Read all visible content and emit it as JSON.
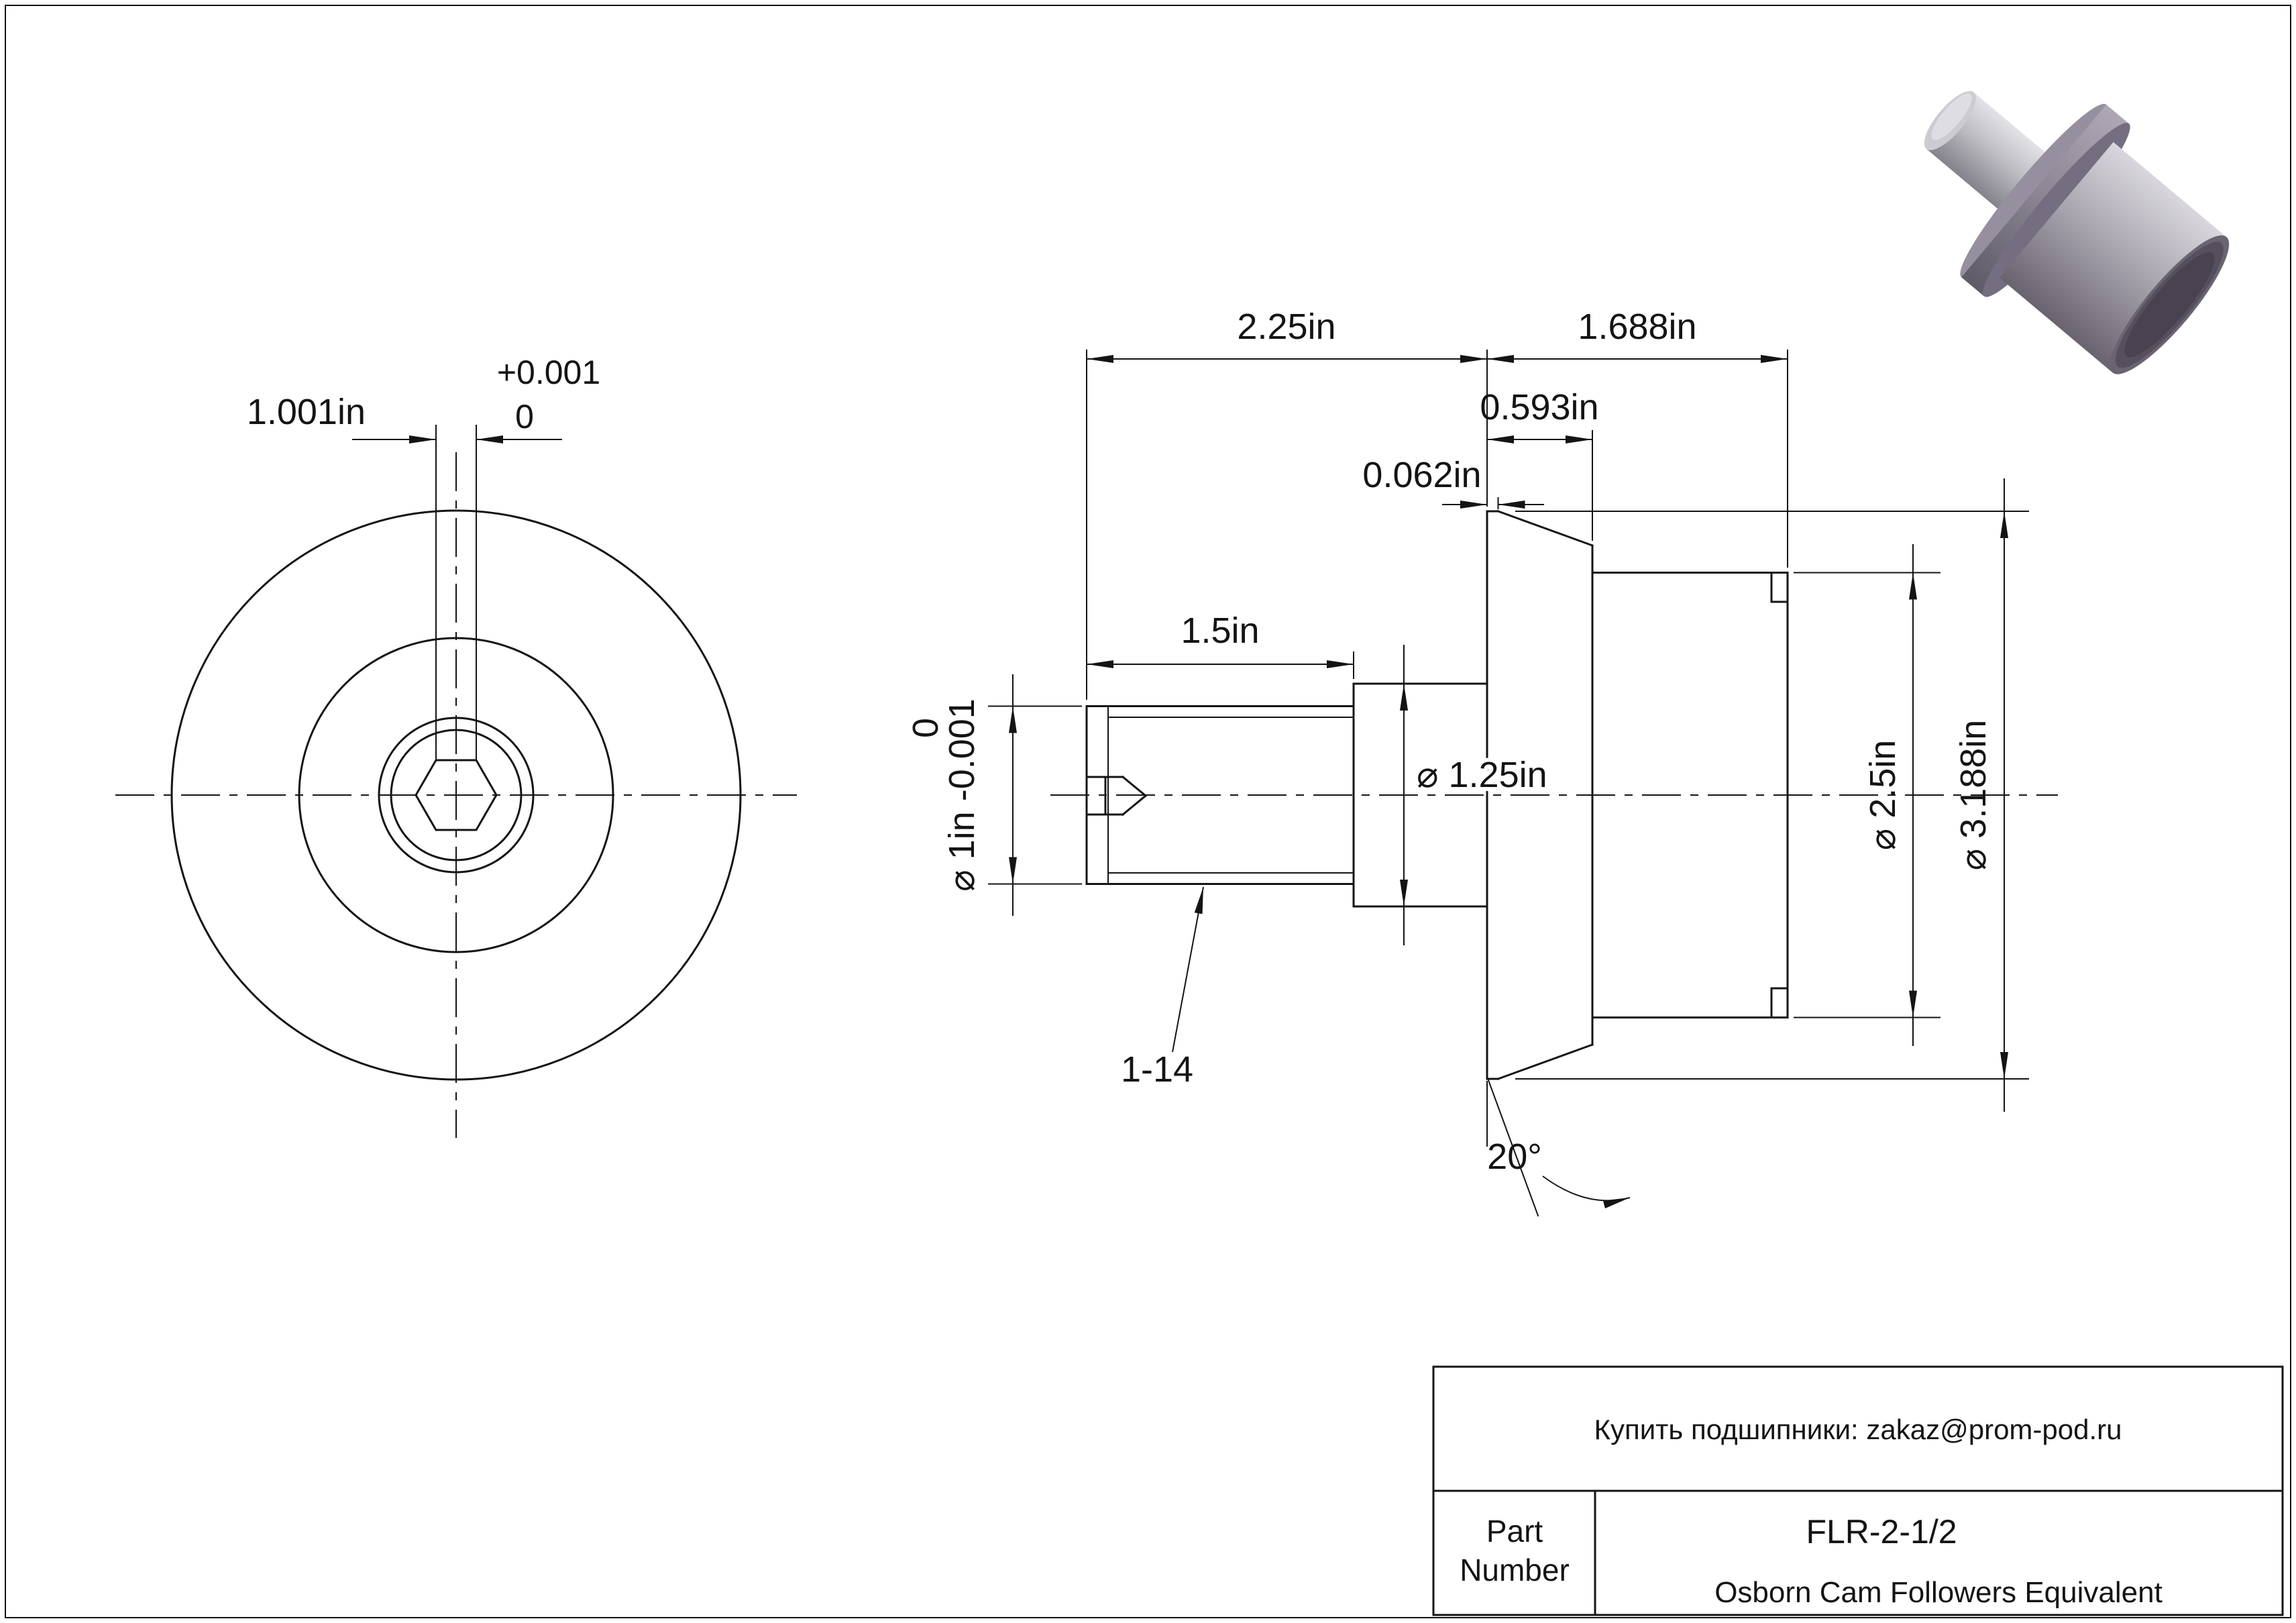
{
  "front_view": {
    "dim_socket": "1.001in",
    "tol_plus": "+0.001",
    "tol_zero": "0"
  },
  "side_view": {
    "dim_stud_to_flange": "2.25in",
    "dim_flange_to_end": "1.688in",
    "dim_flange_width": "0.593in",
    "dim_flange_lip": "0.062in",
    "dim_stud_length": "1.5in",
    "dim_shoulder_dia": "⌀ 1.25in",
    "dim_roller_dia": "⌀ 2.5in",
    "dim_flange_dia": "⌀ 3.188in",
    "dim_stud_dia": "⌀ 1in -0.001",
    "dim_stud_dia_tol": "0",
    "thread_callout": "1-14",
    "flange_angle": "20°"
  },
  "title_block": {
    "contact": "Купить подшипники: zakaz@prom-pod.ru",
    "part_label_1": "Part",
    "part_label_2": "Number",
    "part_number": "FLR-2-1/2",
    "description": "Osborn Cam Followers Equivalent"
  }
}
